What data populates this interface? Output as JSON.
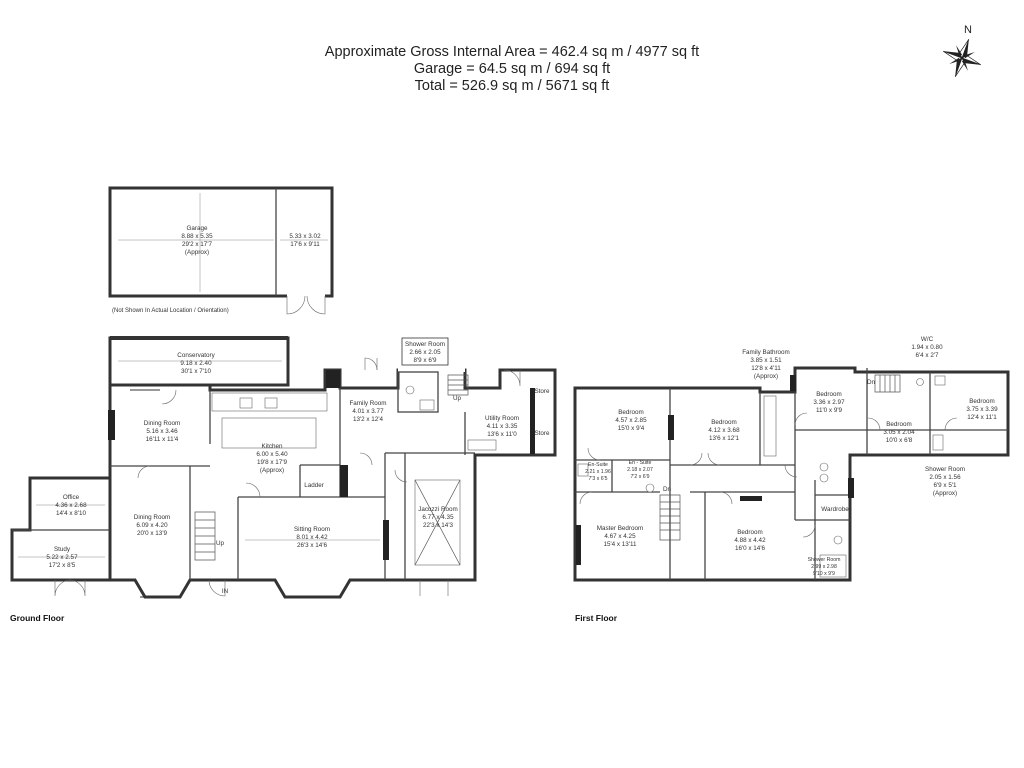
{
  "header": {
    "line1": "Approximate Gross Internal Area = 462.4 sq m / 4977 sq ft",
    "line2": "Garage = 64.5 sq m / 694 sq ft",
    "line3": "Total = 526.9 sq m / 5671 sq ft"
  },
  "compass": {
    "north": "N"
  },
  "garage": {
    "name": "Garage",
    "dims_m": "8.88 x 5.35",
    "dims_ft": "29'2 x 17'7",
    "approx": "(Approx)",
    "side_dims_m": "5.33 x 3.02",
    "side_dims_ft": "17'6 x 9'11",
    "note": "(Not Shown In Actual Location / Orientation)"
  },
  "ground_floor": {
    "label": "Ground Floor",
    "rooms": {
      "conservatory": {
        "name": "Conservatory",
        "dims_m": "9.18 x 2.40",
        "dims_ft": "30'1 x 7'10"
      },
      "dining_room_1": {
        "name": "Dining Room",
        "dims_m": "5.16 x 3.46",
        "dims_ft": "16'11 x 11'4"
      },
      "kitchen": {
        "name": "Kitchen",
        "dims_m": "6.00 x 5.40",
        "dims_ft": "19'8 x 17'9",
        "approx": "(Approx)"
      },
      "family_room": {
        "name": "Family Room",
        "dims_m": "4.01 x 3.77",
        "dims_ft": "13'2 x 12'4"
      },
      "shower_room": {
        "name": "Shower Room",
        "dims_m": "2.66 x 2.05",
        "dims_ft": "8'9 x 6'9"
      },
      "utility_room": {
        "name": "Utility Room",
        "dims_m": "4.11 x 3.35",
        "dims_ft": "13'6 x 11'0"
      },
      "office": {
        "name": "Office",
        "dims_m": "4.36 x 2.68",
        "dims_ft": "14'4 x 8'10"
      },
      "study": {
        "name": "Study",
        "dims_m": "5.22 x 2.57",
        "dims_ft": "17'2 x 8'5"
      },
      "dining_room_2": {
        "name": "Dining Room",
        "dims_m": "6.09 x 4.20",
        "dims_ft": "20'0 x 13'9"
      },
      "sitting_room": {
        "name": "Sitting Room",
        "dims_m": "8.01 x 4.42",
        "dims_ft": "26'3 x 14'6"
      },
      "jacuzzi_room": {
        "name": "Jacuzzi Room",
        "dims_m": "6.77 x 4.35",
        "dims_ft": "22'3 x 14'3"
      }
    },
    "labels": {
      "ladder": "Ladder",
      "up1": "Up",
      "up2": "Up",
      "in": "IN",
      "store1": "Store",
      "store2": "Store"
    }
  },
  "first_floor": {
    "label": "First Floor",
    "rooms": {
      "family_bathroom": {
        "name": "Family Bathroom",
        "dims_m": "3.85 x 1.51",
        "dims_ft": "12'8 x 4'11",
        "approx": "(Approx)"
      },
      "wc": {
        "name": "W/C",
        "dims_m": "1.94 x 0.80",
        "dims_ft": "6'4 x 2'7"
      },
      "bedroom_1": {
        "name": "Bedroom",
        "dims_m": "4.57 x 2.85",
        "dims_ft": "15'0 x 9'4"
      },
      "bedroom_2": {
        "name": "Bedroom",
        "dims_m": "4.12 x 3.68",
        "dims_ft": "13'6 x 12'1"
      },
      "bedroom_3": {
        "name": "Bedroom",
        "dims_m": "3.36 x 2.97",
        "dims_ft": "11'0 x 9'9"
      },
      "bedroom_4": {
        "name": "Bedroom",
        "dims_m": "3.75 x 3.39",
        "dims_ft": "12'4 x 11'1"
      },
      "bedroom_5": {
        "name": "Bedroom",
        "dims_m": "3.05 x 2.04",
        "dims_ft": "10'0 x 6'8"
      },
      "en_suite_1": {
        "name": "En-Suite",
        "dims_m": "2.21 x 1.96",
        "dims_ft": "7'3 x 6'5"
      },
      "en_suite_2": {
        "name": "En - Suite",
        "dims_m": "2.18 x 2.07",
        "dims_ft": "7'2 x 6'9"
      },
      "shower_room_1": {
        "name": "Shower Room",
        "dims_m": "2.05 x 1.56",
        "dims_ft": "6'9 x 5'1",
        "approx": "(Approx)"
      },
      "master_bedroom": {
        "name": "Master Bedroom",
        "dims_m": "4.67 x 4.25",
        "dims_ft": "15'4 x 13'11"
      },
      "bedroom_6": {
        "name": "Bedroom",
        "dims_m": "4.88 x 4.42",
        "dims_ft": "16'0 x 14'6"
      },
      "shower_room_2": {
        "name": "Shower Room",
        "dims_m": "2.99 x 2.98",
        "dims_ft": "9'10 x 9'9"
      },
      "wardrobe": {
        "name": "Wardrobe"
      }
    },
    "labels": {
      "dn1": "Dn",
      "dn2": "Dn"
    }
  }
}
